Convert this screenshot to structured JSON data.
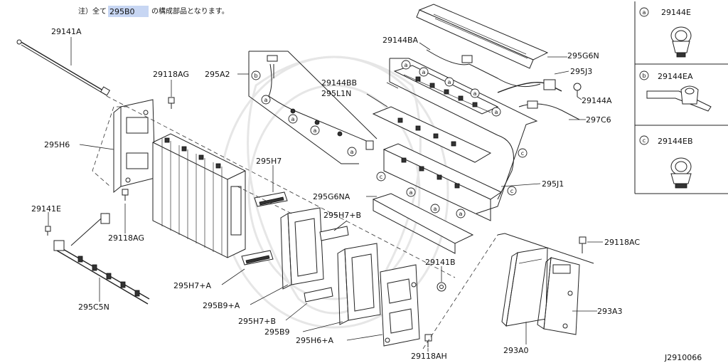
{
  "note": {
    "prefix": "注）全て",
    "highlight": "295B0",
    "suffix": "の構成部品となります。"
  },
  "labels": {
    "p29141A": "29141A",
    "p29118AG_top": "29118AG",
    "p295A2": "295A2",
    "p29144BA": "29144BA",
    "p295G6N": "295G6N",
    "p295J3": "295J3",
    "p29144BB": "29144BB",
    "p295L1N": "295L1N",
    "p29144A": "29144A",
    "p297C6": "297C6",
    "p295H6": "295H6",
    "p295H7": "295H7",
    "p295G6NA": "295G6NA",
    "p295J1": "295J1",
    "p295H7B_top": "295H7+B",
    "p29141E": "29141E",
    "p29118AG_bot": "29118AG",
    "p29141B": "29141B",
    "p29118AC": "29118AC",
    "p295H7A": "295H7+A",
    "p295B9A": "295B9+A",
    "p295H7B_bot": "295H7+B",
    "p295B9": "295B9",
    "p295C5N": "295C5N",
    "p293A3": "293A3",
    "p295H6A": "295H6+A",
    "p29118AH": "29118AH",
    "p293A0": "293A0",
    "diagram_id": "J2910066"
  },
  "legend": [
    {
      "key": "a",
      "part": "29144E"
    },
    {
      "key": "b",
      "part": "29144EA"
    },
    {
      "key": "c",
      "part": "29144EB"
    }
  ],
  "callouts": {
    "a": "a",
    "b": "b",
    "c": "c"
  }
}
